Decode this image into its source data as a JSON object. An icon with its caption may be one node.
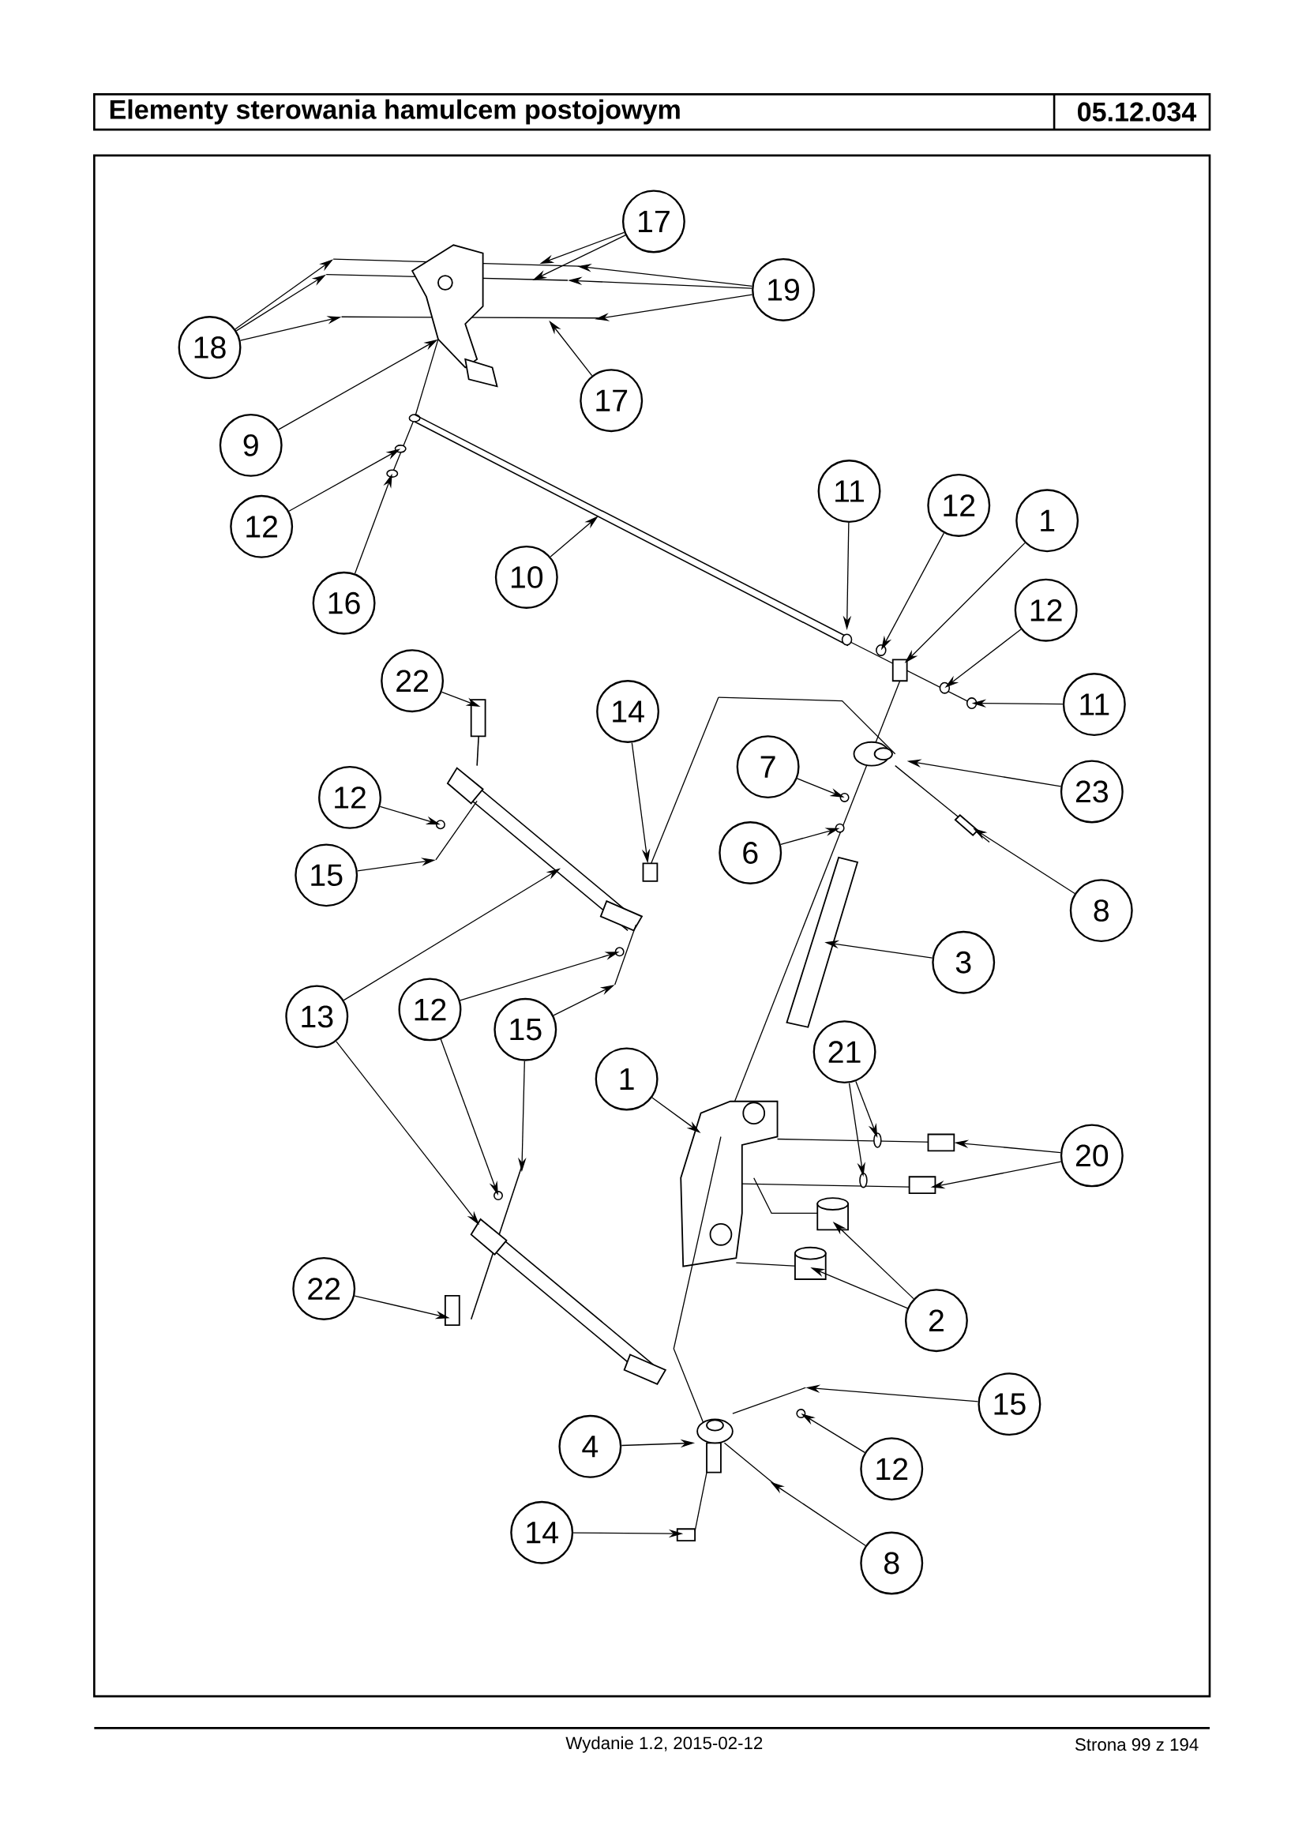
{
  "diagram": {
    "title": "Elementy sterowania hamulcem postojowym",
    "nodes": [
      {
        "text": [
          "17"
        ]
      },
      {
        "text": [
          "19"
        ]
      },
      {
        "text": [
          "18"
        ]
      },
      {
        "text": [
          "17"
        ]
      },
      {
        "text": [
          "9"
        ]
      },
      {
        "text": [
          "11"
        ]
      },
      {
        "text": [
          "12"
        ]
      },
      {
        "text": [
          "1"
        ]
      },
      {
        "text": [
          "12"
        ]
      },
      {
        "text": [
          "10"
        ]
      },
      {
        "text": [
          "16"
        ]
      },
      {
        "text": [
          "12"
        ]
      },
      {
        "text": [
          "22"
        ]
      },
      {
        "text": [
          "11"
        ]
      },
      {
        "text": [
          "14"
        ]
      },
      {
        "text": [
          "7"
        ]
      },
      {
        "text": [
          "23"
        ]
      },
      {
        "text": [
          "12"
        ]
      },
      {
        "text": [
          "6"
        ]
      },
      {
        "text": [
          "15"
        ]
      },
      {
        "text": [
          "8"
        ]
      },
      {
        "text": [
          "3"
        ]
      },
      {
        "text": [
          "12"
        ]
      },
      {
        "text": [
          "13"
        ]
      },
      {
        "text": [
          "15"
        ]
      },
      {
        "text": [
          "21"
        ]
      },
      {
        "text": [
          "1"
        ]
      },
      {
        "text": [
          "20"
        ]
      },
      {
        "text": [
          "22"
        ]
      },
      {
        "text": [
          "2"
        ]
      },
      {
        "text": [
          "15"
        ]
      },
      {
        "text": [
          "4"
        ]
      },
      {
        "text": [
          "12"
        ]
      },
      {
        "text": [
          "8"
        ]
      },
      {
        "text": [
          "14"
        ]
      }
    ],
    "edges": [
      {
        "from": 0,
        "to": null,
        "arrow": "to"
      },
      {
        "from": 0,
        "to": null,
        "arrow": "to"
      },
      {
        "from": 1,
        "to": null,
        "arrow": "to"
      },
      {
        "from": 1,
        "to": null,
        "arrow": "to"
      },
      {
        "from": 1,
        "to": null,
        "arrow": "to"
      },
      {
        "from": 2,
        "to": null,
        "arrow": "to"
      },
      {
        "from": 2,
        "to": null,
        "arrow": "to"
      },
      {
        "from": 2,
        "to": null,
        "arrow": "to"
      },
      {
        "from": 3,
        "to": null,
        "arrow": "to"
      },
      {
        "from": 4,
        "to": null,
        "arrow": "to"
      },
      {
        "from": 5,
        "to": null,
        "arrow": "to"
      },
      {
        "from": 6,
        "to": null,
        "arrow": "to"
      },
      {
        "from": 7,
        "to": null,
        "arrow": "to"
      },
      {
        "from": 8,
        "to": null,
        "arrow": "to"
      },
      {
        "from": 9,
        "to": null,
        "arrow": "to"
      },
      {
        "from": 10,
        "to": null,
        "arrow": "to"
      },
      {
        "from": 11,
        "to": null,
        "arrow": "to"
      },
      {
        "from": 12,
        "to": null,
        "arrow": "to"
      },
      {
        "from": 13,
        "to": null,
        "arrow": "to"
      },
      {
        "from": 14,
        "to": null,
        "arrow": "to"
      },
      {
        "from": 15,
        "to": null,
        "arrow": "to"
      },
      {
        "from": 16,
        "to": null,
        "arrow": "to"
      },
      {
        "from": 17,
        "to": null,
        "arrow": "to"
      },
      {
        "from": 18,
        "to": null,
        "arrow": "to"
      },
      {
        "from": 19,
        "to": null,
        "arrow": "to"
      },
      {
        "from": 20,
        "to": null,
        "arrow": "to"
      },
      {
        "from": 21,
        "to": null,
        "arrow": "to"
      },
      {
        "from": 22,
        "to": null,
        "arrow": "to"
      },
      {
        "from": 22,
        "to": null,
        "arrow": "to"
      },
      {
        "from": 23,
        "to": null,
        "arrow": "to"
      },
      {
        "from": 23,
        "to": null,
        "arrow": "to"
      },
      {
        "from": 24,
        "to": null,
        "arrow": "to"
      },
      {
        "from": 24,
        "to": null,
        "arrow": "to"
      },
      {
        "from": 25,
        "to": null,
        "arrow": "to"
      },
      {
        "from": 25,
        "to": null,
        "arrow": "to"
      },
      {
        "from": 26,
        "to": null,
        "arrow": "to"
      },
      {
        "from": 27,
        "to": null,
        "arrow": "to"
      },
      {
        "from": 27,
        "to": null,
        "arrow": "to"
      },
      {
        "from": 28,
        "to": null,
        "arrow": "to"
      },
      {
        "from": 29,
        "to": null,
        "arrow": "to"
      },
      {
        "from": 29,
        "to": null,
        "arrow": "to"
      },
      {
        "from": 30,
        "to": null,
        "arrow": "to"
      },
      {
        "from": 31,
        "to": null,
        "arrow": "to"
      },
      {
        "from": 32,
        "to": null,
        "arrow": "to"
      },
      {
        "from": 33,
        "to": null,
        "arrow": "to"
      },
      {
        "from": 34,
        "to": null,
        "arrow": "to"
      }
    ],
    "labels": [
      "05.12.034",
      "Wydanie 1.2,  2015-02-12",
      "Strona 99 z 194"
    ]
  }
}
